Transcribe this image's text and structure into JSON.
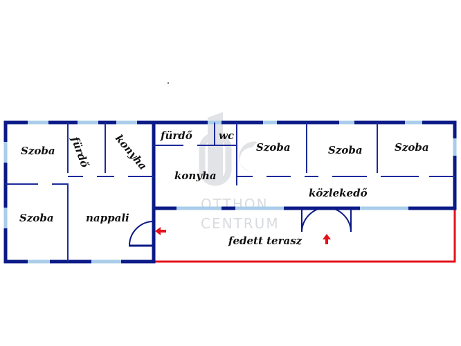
{
  "colors": {
    "wall": "#0b1a86",
    "window": "#a9cdea",
    "terrace_outline": "#e3121b",
    "arrow": "#e3121b",
    "inner_wall": "#1d2a9a",
    "watermark": "#b9bec6"
  },
  "rooms": {
    "szoba_1": "Szoba",
    "furdo_1": "fürdő",
    "konyha_1": "konyha",
    "szoba_2": "Szoba",
    "nappali": "nappali",
    "furdo_2": "fürdő",
    "wc": "wc",
    "konyha_2": "konyha",
    "szoba_3": "Szoba",
    "szoba_4": "Szoba",
    "szoba_5": "Szoba",
    "kozlekedo": "közlekedő",
    "fedett_terasz": "fedett terasz"
  },
  "watermark": {
    "logo_letters": "OC",
    "line1": "OTTHON",
    "line2": "CENTRUM"
  },
  "icons": {
    "entrance_arrows": "red-arrow-icon"
  }
}
